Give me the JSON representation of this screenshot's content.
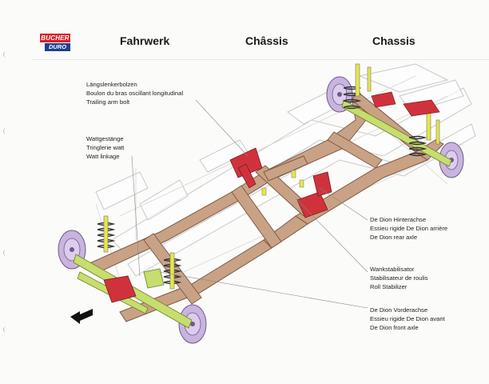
{
  "logo": {
    "line1": "BUCHER",
    "line2": "DURO"
  },
  "header": {
    "title_de": "Fahrwerk",
    "title_fr": "Châssis",
    "title_en": "Chassis"
  },
  "callouts": {
    "trailing_arm": [
      "Längslenkerbolzen",
      "Boulon du bras oscillant longitudinal",
      "Trailing arm bolt"
    ],
    "watt": [
      "Wattgestänge",
      "Tringlerie watt",
      "Watt linkage"
    ],
    "rear_axle": [
      "De Dion Hinterachse",
      "Essieu rigide De Dion arrière",
      "De Dion rear axle"
    ],
    "stabilizer": [
      "Wankstabilisator",
      "Stabilisateur de roulis",
      "Roll Stabilizer"
    ],
    "front_axle": [
      "De Dion Vorderachse",
      "Essieu rigide De Dion avant",
      "De Dion front axle"
    ]
  },
  "colors": {
    "frame": "#c9a285",
    "frame_edge": "#7d5a45",
    "wheel": "#c9b4e0",
    "spring": "#e6e64a",
    "bracket": "#d0323c",
    "axle": "#c7dd6e"
  },
  "icons": {
    "direction": "arrow-left-icon"
  }
}
